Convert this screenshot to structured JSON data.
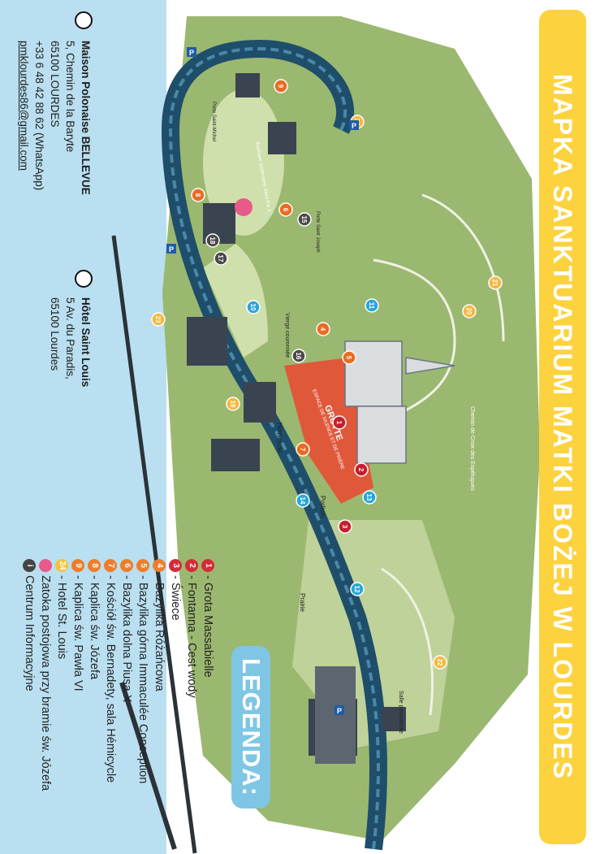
{
  "title": "MAPKA SANKTUARIUM MATKI BOŻEJ W LOURDES",
  "legend": {
    "heading": "LEGENDA:",
    "items": [
      {
        "num": "1",
        "label": "- Grota Massabielle",
        "color": "#d62b37"
      },
      {
        "num": "2",
        "label": "- Fontanna - Cest wody",
        "color": "#d62b37"
      },
      {
        "num": "3",
        "label": "- Świece",
        "color": "#d62b37"
      },
      {
        "num": "4",
        "label": "- Bazylika Różańcowa",
        "color": "#f07c2a"
      },
      {
        "num": "5",
        "label": "- Bazylika górna Immaculée Conception",
        "color": "#f07c2a"
      },
      {
        "num": "6",
        "label": "- Bazylika dolna Piusa X",
        "color": "#f07c2a"
      },
      {
        "num": "7",
        "label": "- Kościół św. Bernadety, sala Hémicycle",
        "color": "#f07c2a"
      },
      {
        "num": "8",
        "label": "- Kaplica św. Józefa",
        "color": "#f07c2a"
      },
      {
        "num": "9",
        "label": "- Kaplica św. Pawła VI",
        "color": "#f07c2a"
      },
      {
        "num": "24",
        "label": "- Hotel St. Louis",
        "color": "#f6c23a"
      },
      {
        "num": "",
        "label": "Zatoka postojowa przy bramie św. Józefa",
        "color": "#e85a8a"
      },
      {
        "num": "i",
        "label": "Centrum Informacyjne",
        "color": "#444444"
      }
    ]
  },
  "contact1": {
    "name": "Maison Polonaise BELLEVUE",
    "lines": [
      "5, Chemin de la Baryte",
      "65100 LOURDES",
      "+33 6 48 42 88 62 (WhatsApp)",
      "pmklourdes86@gmail.com"
    ]
  },
  "contact2": {
    "name": "Hôtel Saint Louis",
    "lines": [
      "5 Av. du Paradis,",
      "65100 Lourdes"
    ]
  },
  "map": {
    "labels": {
      "grotte": "GROTTE",
      "espace": "ESPACE DE SILENCE ET DE PRIÈRE",
      "hemicycle": "Hémicycle",
      "podium": "Podium",
      "prairie": "Prairie",
      "chemin_croix": "Chemin de Croix des Espélugues",
      "salle": "Salle polyvalente",
      "basilique": "Basilique souterraine Saint Pie X",
      "vierge": "Vierge couronnée",
      "porte_michel": "Porte Saint-Michel",
      "porte_joseph": "Porte Saint Joseph"
    },
    "markers": [
      {
        "n": "1",
        "c": "#c4202e"
      },
      {
        "n": "2",
        "c": "#c4202e"
      },
      {
        "n": "3",
        "c": "#c4202e"
      },
      {
        "n": "4",
        "c": "#ea6b22"
      },
      {
        "n": "5",
        "c": "#ea6b22"
      },
      {
        "n": "6",
        "c": "#ea6b22"
      },
      {
        "n": "7",
        "c": "#ea6b22"
      },
      {
        "n": "8",
        "c": "#ea6b22"
      },
      {
        "n": "9",
        "c": "#ea6b22"
      },
      {
        "n": "10",
        "c": "#2aa6d8"
      },
      {
        "n": "11",
        "c": "#2aa6d8"
      },
      {
        "n": "12",
        "c": "#2aa6d8"
      },
      {
        "n": "13",
        "c": "#2aa6d8"
      },
      {
        "n": "14",
        "c": "#2aa6d8"
      },
      {
        "n": "15",
        "c": "#4a4a4a"
      },
      {
        "n": "16",
        "c": "#4a4a4a"
      },
      {
        "n": "17",
        "c": "#4a4a4a"
      },
      {
        "n": "18",
        "c": "#4a4a4a"
      },
      {
        "n": "19",
        "c": "#f6b73c"
      },
      {
        "n": "20",
        "c": "#f6b73c"
      },
      {
        "n": "21",
        "c": "#f6b73c"
      },
      {
        "n": "22",
        "c": "#f6b73c"
      },
      {
        "n": "23",
        "c": "#f6b73c"
      },
      {
        "n": "24",
        "c": "#f6b73c"
      }
    ],
    "parking": "P"
  },
  "colors": {
    "river": "#1f4e6b",
    "grass": "#9bb870",
    "light_grass": "#c8d8a4",
    "road": "#2b3238"
  }
}
